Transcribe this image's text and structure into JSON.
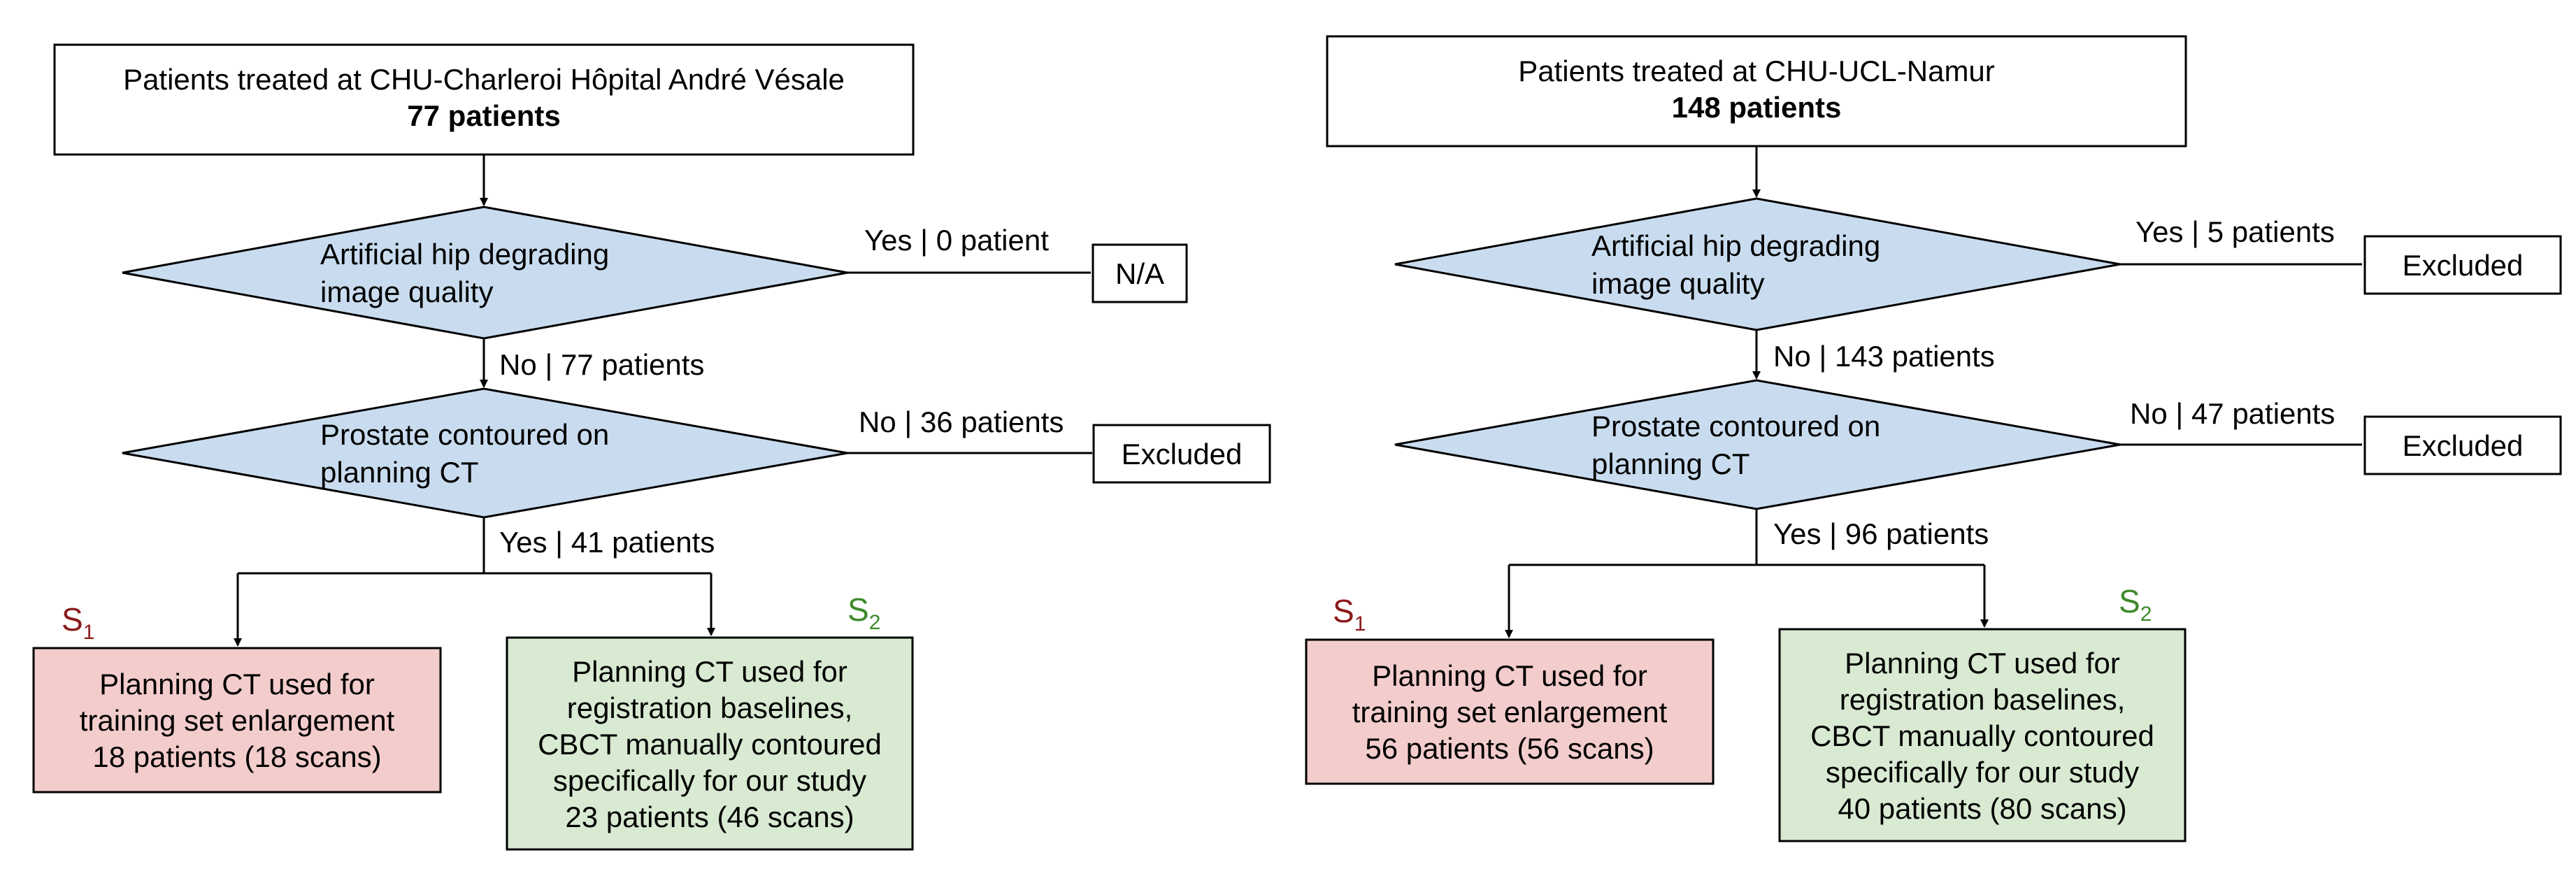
{
  "colors": {
    "sel1": "#8b1a1a",
    "sel2": "#3e8a2a",
    "diamond_fill": "#c9dcef",
    "red_fill": "#f3cccc",
    "green_fill": "#d8ead2"
  },
  "left": {
    "top_line1": "Patients treated at CHU-Charleroi Hôpital André Vésale",
    "top_line2": "77 patients",
    "d1_line1": "Artificial hip degrading",
    "d1_line2": "image quality",
    "d1_yes": "Yes | 0 patient",
    "d1_box": "N/A",
    "d1_no": "No | 77 patients",
    "d2_line1": "Prostate contoured on",
    "d2_line2": "planning CT",
    "d2_no": "No | 36 patients",
    "d2_box": "Excluded",
    "d2_yes": "Yes | 41 patients",
    "s1_letter": "S",
    "s1_sub": "1",
    "s2_letter": "S",
    "s2_sub": "2",
    "red": [
      "Planning CT used for",
      "training set enlargement",
      "18 patients (18 scans)"
    ],
    "green": [
      "Planning CT used for",
      "registration baselines,",
      "CBCT manually contoured",
      "specifically for our study",
      "23 patients (46 scans)"
    ]
  },
  "right": {
    "top_line1": "Patients treated at CHU-UCL-Namur",
    "top_line2": "148 patients",
    "d1_line1": "Artificial hip degrading",
    "d1_line2": "image quality",
    "d1_yes": "Yes | 5 patients",
    "d1_box": "Excluded",
    "d1_no": "No | 143 patients",
    "d2_line1": "Prostate contoured on",
    "d2_line2": "planning CT",
    "d2_no": "No | 47 patients",
    "d2_box": "Excluded",
    "d2_yes": "Yes | 96 patients",
    "s1_letter": "S",
    "s1_sub": "1",
    "s2_letter": "S",
    "s2_sub": "2",
    "red": [
      "Planning CT used for",
      "training set enlargement",
      "56 patients (56 scans)"
    ],
    "green": [
      "Planning CT used for",
      "registration baselines,",
      "CBCT manually contoured",
      "specifically for our study",
      "40 patients (80 scans)"
    ]
  }
}
